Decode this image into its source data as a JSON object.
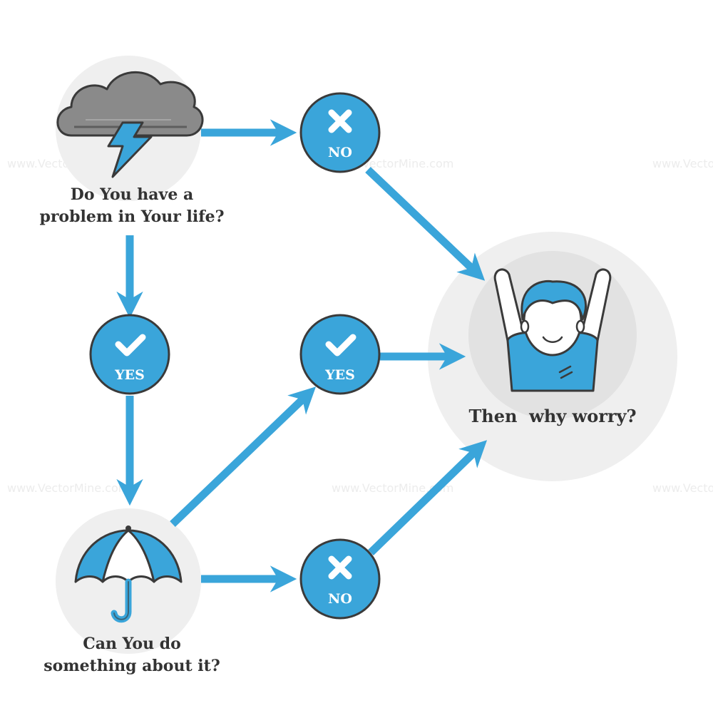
{
  "questions": {
    "problem": {
      "line1": "Do You have a",
      "line2": "problem in Your life?",
      "icon": "storm-cloud-icon"
    },
    "can_do": {
      "line1": "Can You do",
      "line2": "something about it?",
      "icon": "umbrella-icon"
    }
  },
  "result": {
    "label": "Then  why worry?",
    "icon": "cheering-person-icon"
  },
  "answers": {
    "no_top": {
      "label": "NO",
      "icon": "cross-icon"
    },
    "yes_left": {
      "label": "YES",
      "icon": "check-icon"
    },
    "yes_middle": {
      "label": "YES",
      "icon": "check-icon"
    },
    "no_bottom": {
      "label": "NO",
      "icon": "cross-icon"
    }
  },
  "watermark": {
    "text": "www.VectorMine.com"
  },
  "colors": {
    "accent": "#3AA5DA",
    "outline": "#3a3a3a",
    "background_circle": "#EFEFEF",
    "text": "#333333"
  }
}
